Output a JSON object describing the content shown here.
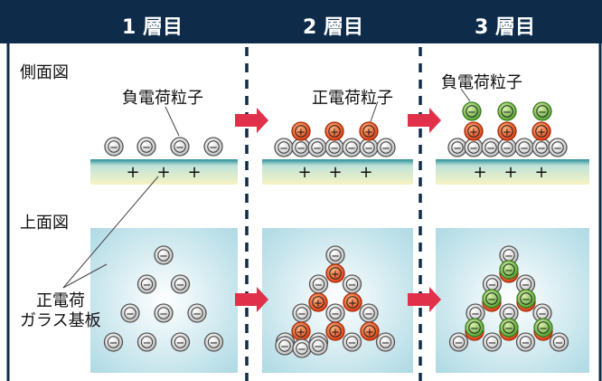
{
  "header": {
    "col1": "1 層目",
    "col2": "2 層目",
    "col3": "3 層目"
  },
  "labels": {
    "side_view": "側面図",
    "top_view": "上面図",
    "negative_particle": "負電荷粒子",
    "positive_particle": "正電荷粒子",
    "negative_particle_3": "負電荷粒子",
    "substrate_line1": "正電荷",
    "substrate_line2": "ガラス基板"
  },
  "symbols": {
    "minus": "−",
    "plus": "+"
  },
  "colors": {
    "header_bg": "#0e2c4a",
    "negative_particle_fill": "#f4f4f4",
    "positive_particle_fill": "#e8521a",
    "green_particle_fill": "#7bc043",
    "arrow": "#e0304a",
    "substrate_top": "#2a8f9a",
    "top_view_panel": "#bfe3ea"
  }
}
